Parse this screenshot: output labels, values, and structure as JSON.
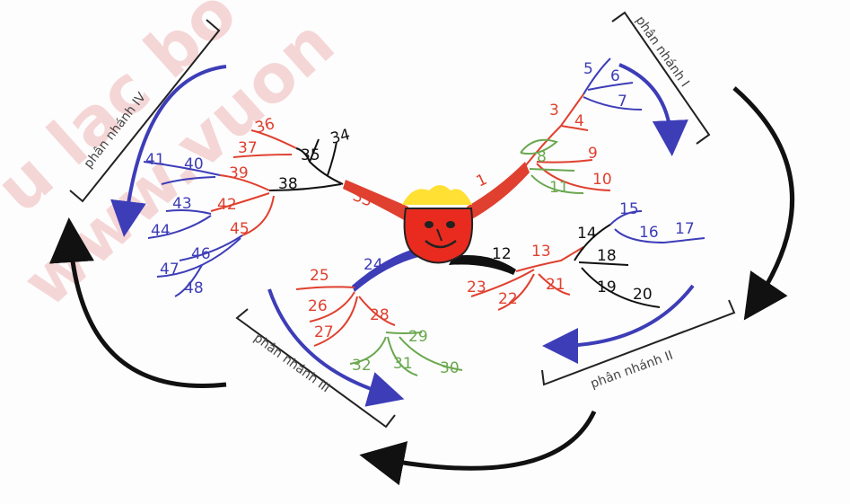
{
  "watermark": {
    "line1": "u lac bo",
    "line2": "www.vuon"
  },
  "colors": {
    "red": "#e0402f",
    "green": "#6aa84f",
    "black": "#111111",
    "blue": "#3d3db8",
    "face": "#e82b1e",
    "hair": "#ffe033"
  },
  "branches": {
    "b1": {
      "label": "phân nhánh I",
      "main": "1",
      "nums": [
        "3",
        "4",
        "5",
        "6",
        "7",
        "8",
        "9",
        "10",
        "11"
      ]
    },
    "b2": {
      "label": "phân nhánh II",
      "main": "12",
      "nums": [
        "13",
        "14",
        "15",
        "16",
        "17",
        "18",
        "19",
        "20",
        "21",
        "22",
        "23"
      ]
    },
    "b3": {
      "label": "phân nhánh III",
      "main": "24",
      "nums": [
        "25",
        "26",
        "27",
        "28",
        "29",
        "30",
        "31",
        "32"
      ]
    },
    "b4": {
      "label": "phân nhánh IV",
      "main": "33",
      "nums": [
        "34",
        "35",
        "36",
        "37",
        "38",
        "39",
        "40",
        "41",
        "42",
        "43",
        "44",
        "45",
        "46",
        "47",
        "48"
      ]
    }
  }
}
